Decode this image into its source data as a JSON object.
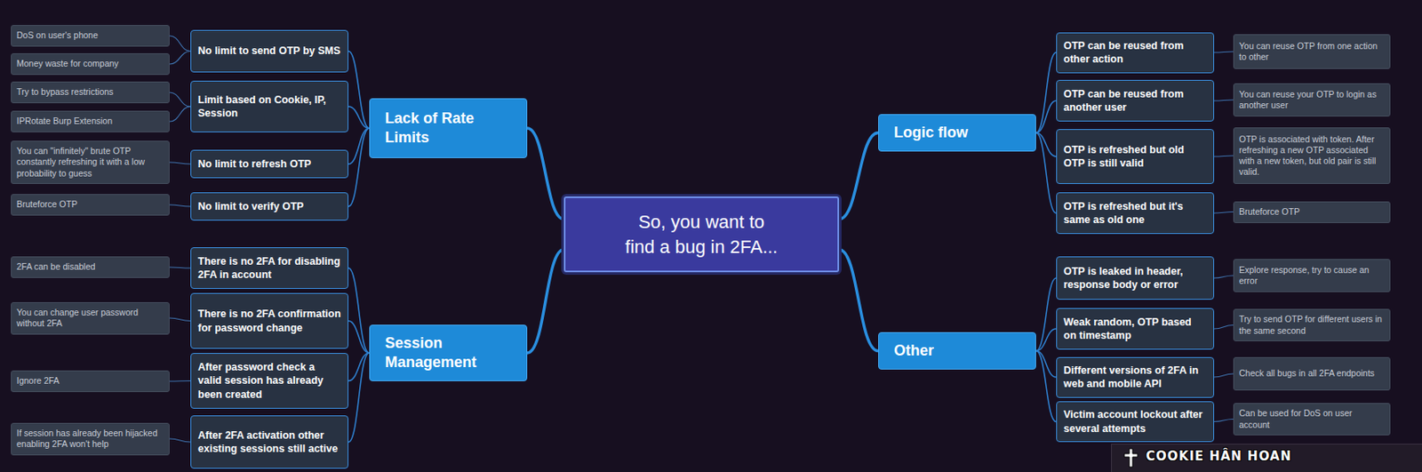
{
  "diagram": {
    "nodes": [
      {
        "text": [
          "So, you want to find a bug in 2FA..."
        ]
      },
      {
        "text": [
          "Lack of Rate Limits"
        ]
      },
      {
        "text": [
          "No limit to send OTP by SMS"
        ]
      },
      {
        "text": [
          "DoS on user's phone"
        ]
      },
      {
        "text": [
          "Money waste for company"
        ]
      },
      {
        "text": [
          "Limit based on Cookie, IP, Session"
        ]
      },
      {
        "text": [
          "Try to bypass restrictions"
        ]
      },
      {
        "text": [
          "IPRotate Burp Extension"
        ]
      },
      {
        "text": [
          "No limit to refresh OTP"
        ]
      },
      {
        "text": [
          "You can \"infinitely\" brute OTP constantly refreshing it with a low probability to guess"
        ]
      },
      {
        "text": [
          "No limit to verify OTP"
        ]
      },
      {
        "text": [
          "Bruteforce OTP"
        ]
      },
      {
        "text": [
          "Session Management"
        ]
      },
      {
        "text": [
          "There is no 2FA for disabling 2FA in account"
        ]
      },
      {
        "text": [
          "2FA can be disabled"
        ]
      },
      {
        "text": [
          "There is no 2FA confirmation for password change"
        ]
      },
      {
        "text": [
          "You can change user password without 2FA"
        ]
      },
      {
        "text": [
          "After password check a valid session has already been created"
        ]
      },
      {
        "text": [
          "Ignore 2FA"
        ]
      },
      {
        "text": [
          "After 2FA activation other existing sessions still active"
        ]
      },
      {
        "text": [
          "If session has already been hijacked enabling 2FA won't help"
        ]
      },
      {
        "text": [
          "Logic flow"
        ]
      },
      {
        "text": [
          "OTP can be reused from other action"
        ]
      },
      {
        "text": [
          "You can reuse OTP from one action to other"
        ]
      },
      {
        "text": [
          "OTP can be reused from another user"
        ]
      },
      {
        "text": [
          "You can reuse your OTP to login as another user"
        ]
      },
      {
        "text": [
          "OTP is refreshed but old OTP is still valid"
        ]
      },
      {
        "text": [
          "OTP is associated with token. After refreshing a new OTP associated with a new token, but old pair is still valid."
        ]
      },
      {
        "text": [
          "OTP is refreshed but it's same as old one"
        ]
      },
      {
        "text": [
          "Bruteforce OTP"
        ]
      },
      {
        "text": [
          "Other"
        ]
      },
      {
        "text": [
          "OTP is leaked in header, response body or error"
        ]
      },
      {
        "text": [
          "Explore response, try to cause an error"
        ]
      },
      {
        "text": [
          "Weak random, OTP based on timestamp"
        ]
      },
      {
        "text": [
          "Try to send OTP for different users in the same second"
        ]
      },
      {
        "text": [
          "Different versions of 2FA in web and mobile API"
        ]
      },
      {
        "text": [
          "Check all bugs in all 2FA endpoints"
        ]
      },
      {
        "text": [
          "Victim account lockout after several attempts"
        ]
      },
      {
        "text": [
          "Can be used for DoS on user account"
        ]
      }
    ],
    "edges": [
      {
        "from": 0,
        "to": 1,
        "arrow": "none"
      },
      {
        "from": 0,
        "to": 12,
        "arrow": "none"
      },
      {
        "from": 0,
        "to": 21,
        "arrow": "none"
      },
      {
        "from": 0,
        "to": 30,
        "arrow": "none"
      },
      {
        "from": 1,
        "to": 2,
        "arrow": "none"
      },
      {
        "from": 1,
        "to": 5,
        "arrow": "none"
      },
      {
        "from": 1,
        "to": 8,
        "arrow": "none"
      },
      {
        "from": 1,
        "to": 10,
        "arrow": "none"
      },
      {
        "from": 2,
        "to": 3,
        "arrow": "none"
      },
      {
        "from": 2,
        "to": 4,
        "arrow": "none"
      },
      {
        "from": 5,
        "to": 6,
        "arrow": "none"
      },
      {
        "from": 5,
        "to": 7,
        "arrow": "none"
      },
      {
        "from": 8,
        "to": 9,
        "arrow": "none"
      },
      {
        "from": 10,
        "to": 11,
        "arrow": "none"
      },
      {
        "from": 12,
        "to": 13,
        "arrow": "none"
      },
      {
        "from": 12,
        "to": 15,
        "arrow": "none"
      },
      {
        "from": 12,
        "to": 17,
        "arrow": "none"
      },
      {
        "from": 12,
        "to": 19,
        "arrow": "none"
      },
      {
        "from": 13,
        "to": 14,
        "arrow": "none"
      },
      {
        "from": 15,
        "to": 16,
        "arrow": "none"
      },
      {
        "from": 17,
        "to": 18,
        "arrow": "none"
      },
      {
        "from": 19,
        "to": 20,
        "arrow": "none"
      },
      {
        "from": 21,
        "to": 22,
        "arrow": "none"
      },
      {
        "from": 21,
        "to": 24,
        "arrow": "none"
      },
      {
        "from": 21,
        "to": 26,
        "arrow": "none"
      },
      {
        "from": 21,
        "to": 28,
        "arrow": "none"
      },
      {
        "from": 22,
        "to": 23,
        "arrow": "none"
      },
      {
        "from": 24,
        "to": 25,
        "arrow": "none"
      },
      {
        "from": 26,
        "to": 27,
        "arrow": "none"
      },
      {
        "from": 28,
        "to": 29,
        "arrow": "none"
      },
      {
        "from": 30,
        "to": 31,
        "arrow": "none"
      },
      {
        "from": 30,
        "to": 33,
        "arrow": "none"
      },
      {
        "from": 30,
        "to": 35,
        "arrow": "none"
      },
      {
        "from": 30,
        "to": 37,
        "arrow": "none"
      },
      {
        "from": 31,
        "to": 32,
        "arrow": "none"
      },
      {
        "from": 33,
        "to": 34,
        "arrow": "none"
      },
      {
        "from": 35,
        "to": 36,
        "arrow": "none"
      },
      {
        "from": 37,
        "to": 38,
        "arrow": "none"
      }
    ],
    "labels": [
      "COOKIE HÂN HOAN"
    ]
  }
}
